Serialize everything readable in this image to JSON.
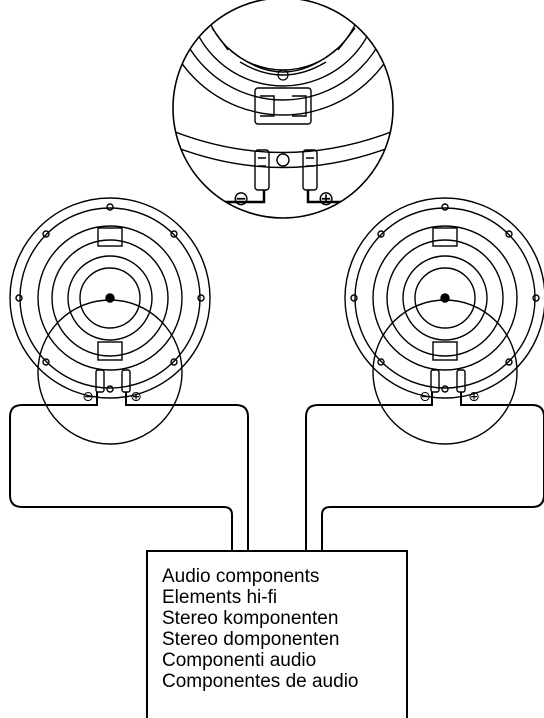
{
  "components_box": {
    "lines": [
      "Audio components",
      "Elements hi-fi",
      "Stereo komponenten",
      "Stereo domponenten",
      "Componenti audio",
      "Componentes de audio"
    ]
  },
  "terminals": {
    "negative": "⊖",
    "positive": "⊕"
  }
}
